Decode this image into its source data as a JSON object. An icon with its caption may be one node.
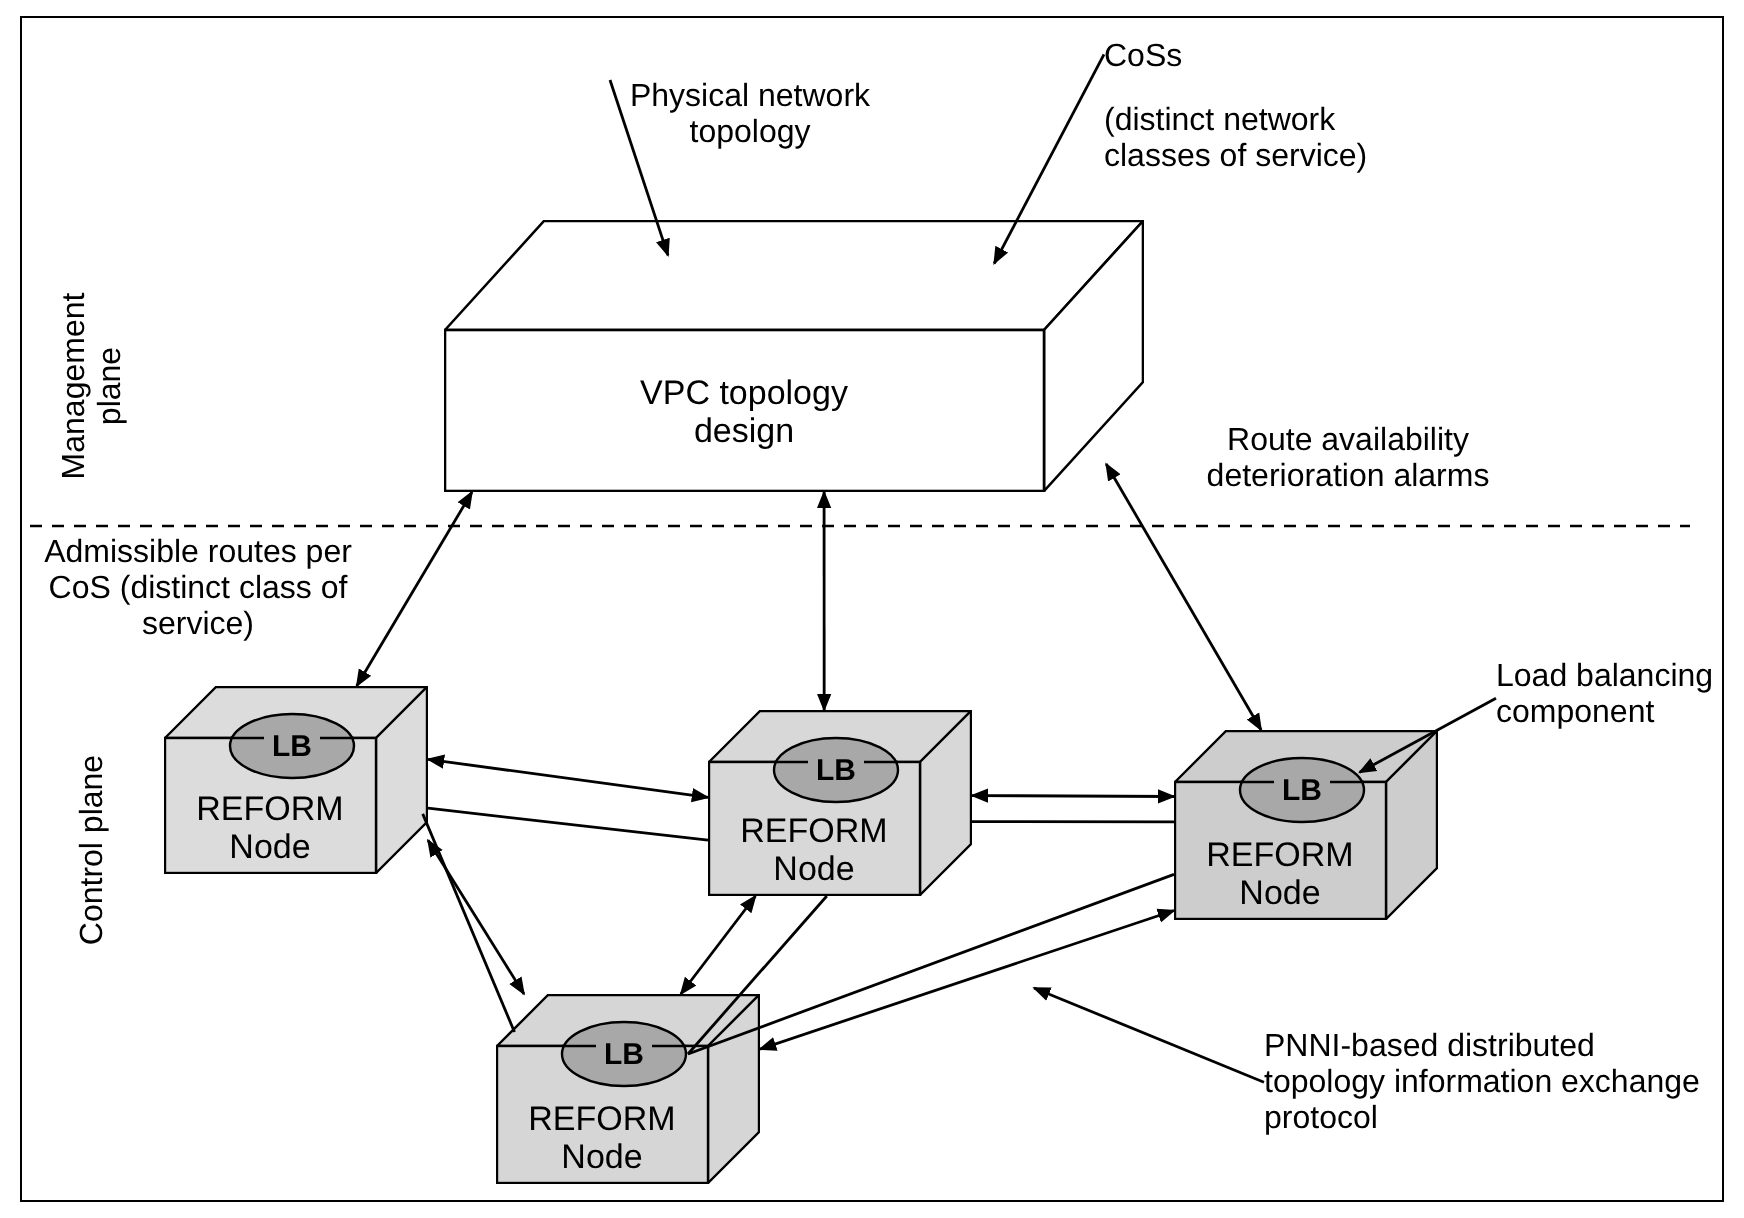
{
  "diagram": {
    "nodes": [
      {
        "text": [
          "Physical network topology"
        ]
      },
      {
        "text": [
          "CoSs",
          "(distinct network classes of service)"
        ]
      },
      {
        "text": [
          "VPC topology design"
        ]
      },
      {
        "text": [
          "REFORM Node"
        ]
      },
      {
        "text": [
          "LB"
        ]
      },
      {
        "text": [
          "REFORM Node"
        ]
      },
      {
        "text": [
          "LB"
        ]
      },
      {
        "text": [
          "REFORM Node"
        ]
      },
      {
        "text": [
          "LB"
        ]
      },
      {
        "text": [
          "REFORM Node"
        ]
      },
      {
        "text": [
          "LB"
        ]
      },
      {
        "text": [
          "Load balancing component"
        ]
      },
      {
        "text": [
          "PNNI-based distributed topology information exchange protocol"
        ]
      }
    ],
    "edges": [
      {
        "from": 0,
        "to": 2,
        "arrow": "to"
      },
      {
        "from": 1,
        "to": 2,
        "arrow": "to"
      },
      {
        "from": 3,
        "to": 2,
        "arrow": "both",
        "label": "Admissible routes per CoS (distinct class of service)"
      },
      {
        "from": 5,
        "to": 2,
        "arrow": "both"
      },
      {
        "from": 7,
        "to": 2,
        "arrow": "both",
        "label": "Route availability deterioration alarms"
      },
      {
        "from": 3,
        "to": 5,
        "arrow": "both"
      },
      {
        "from": 5,
        "to": 7,
        "arrow": "both"
      },
      {
        "from": 3,
        "to": 9,
        "arrow": "both"
      },
      {
        "from": 9,
        "to": 5,
        "arrow": "both"
      },
      {
        "from": 9,
        "to": 7,
        "arrow": "both"
      },
      {
        "from": 3,
        "to": 5,
        "arrow": "none"
      },
      {
        "from": 5,
        "to": 7,
        "arrow": "none"
      },
      {
        "from": 3,
        "to": 9,
        "arrow": "none"
      },
      {
        "from": 10,
        "to": 5,
        "arrow": "none"
      },
      {
        "from": 10,
        "to": 7,
        "arrow": "none"
      },
      {
        "from": 11,
        "to": 8,
        "arrow": "to"
      },
      {
        "from": 12,
        "to": null,
        "arrow": "to"
      }
    ],
    "labels": [
      "Management plane",
      "Control plane"
    ]
  }
}
